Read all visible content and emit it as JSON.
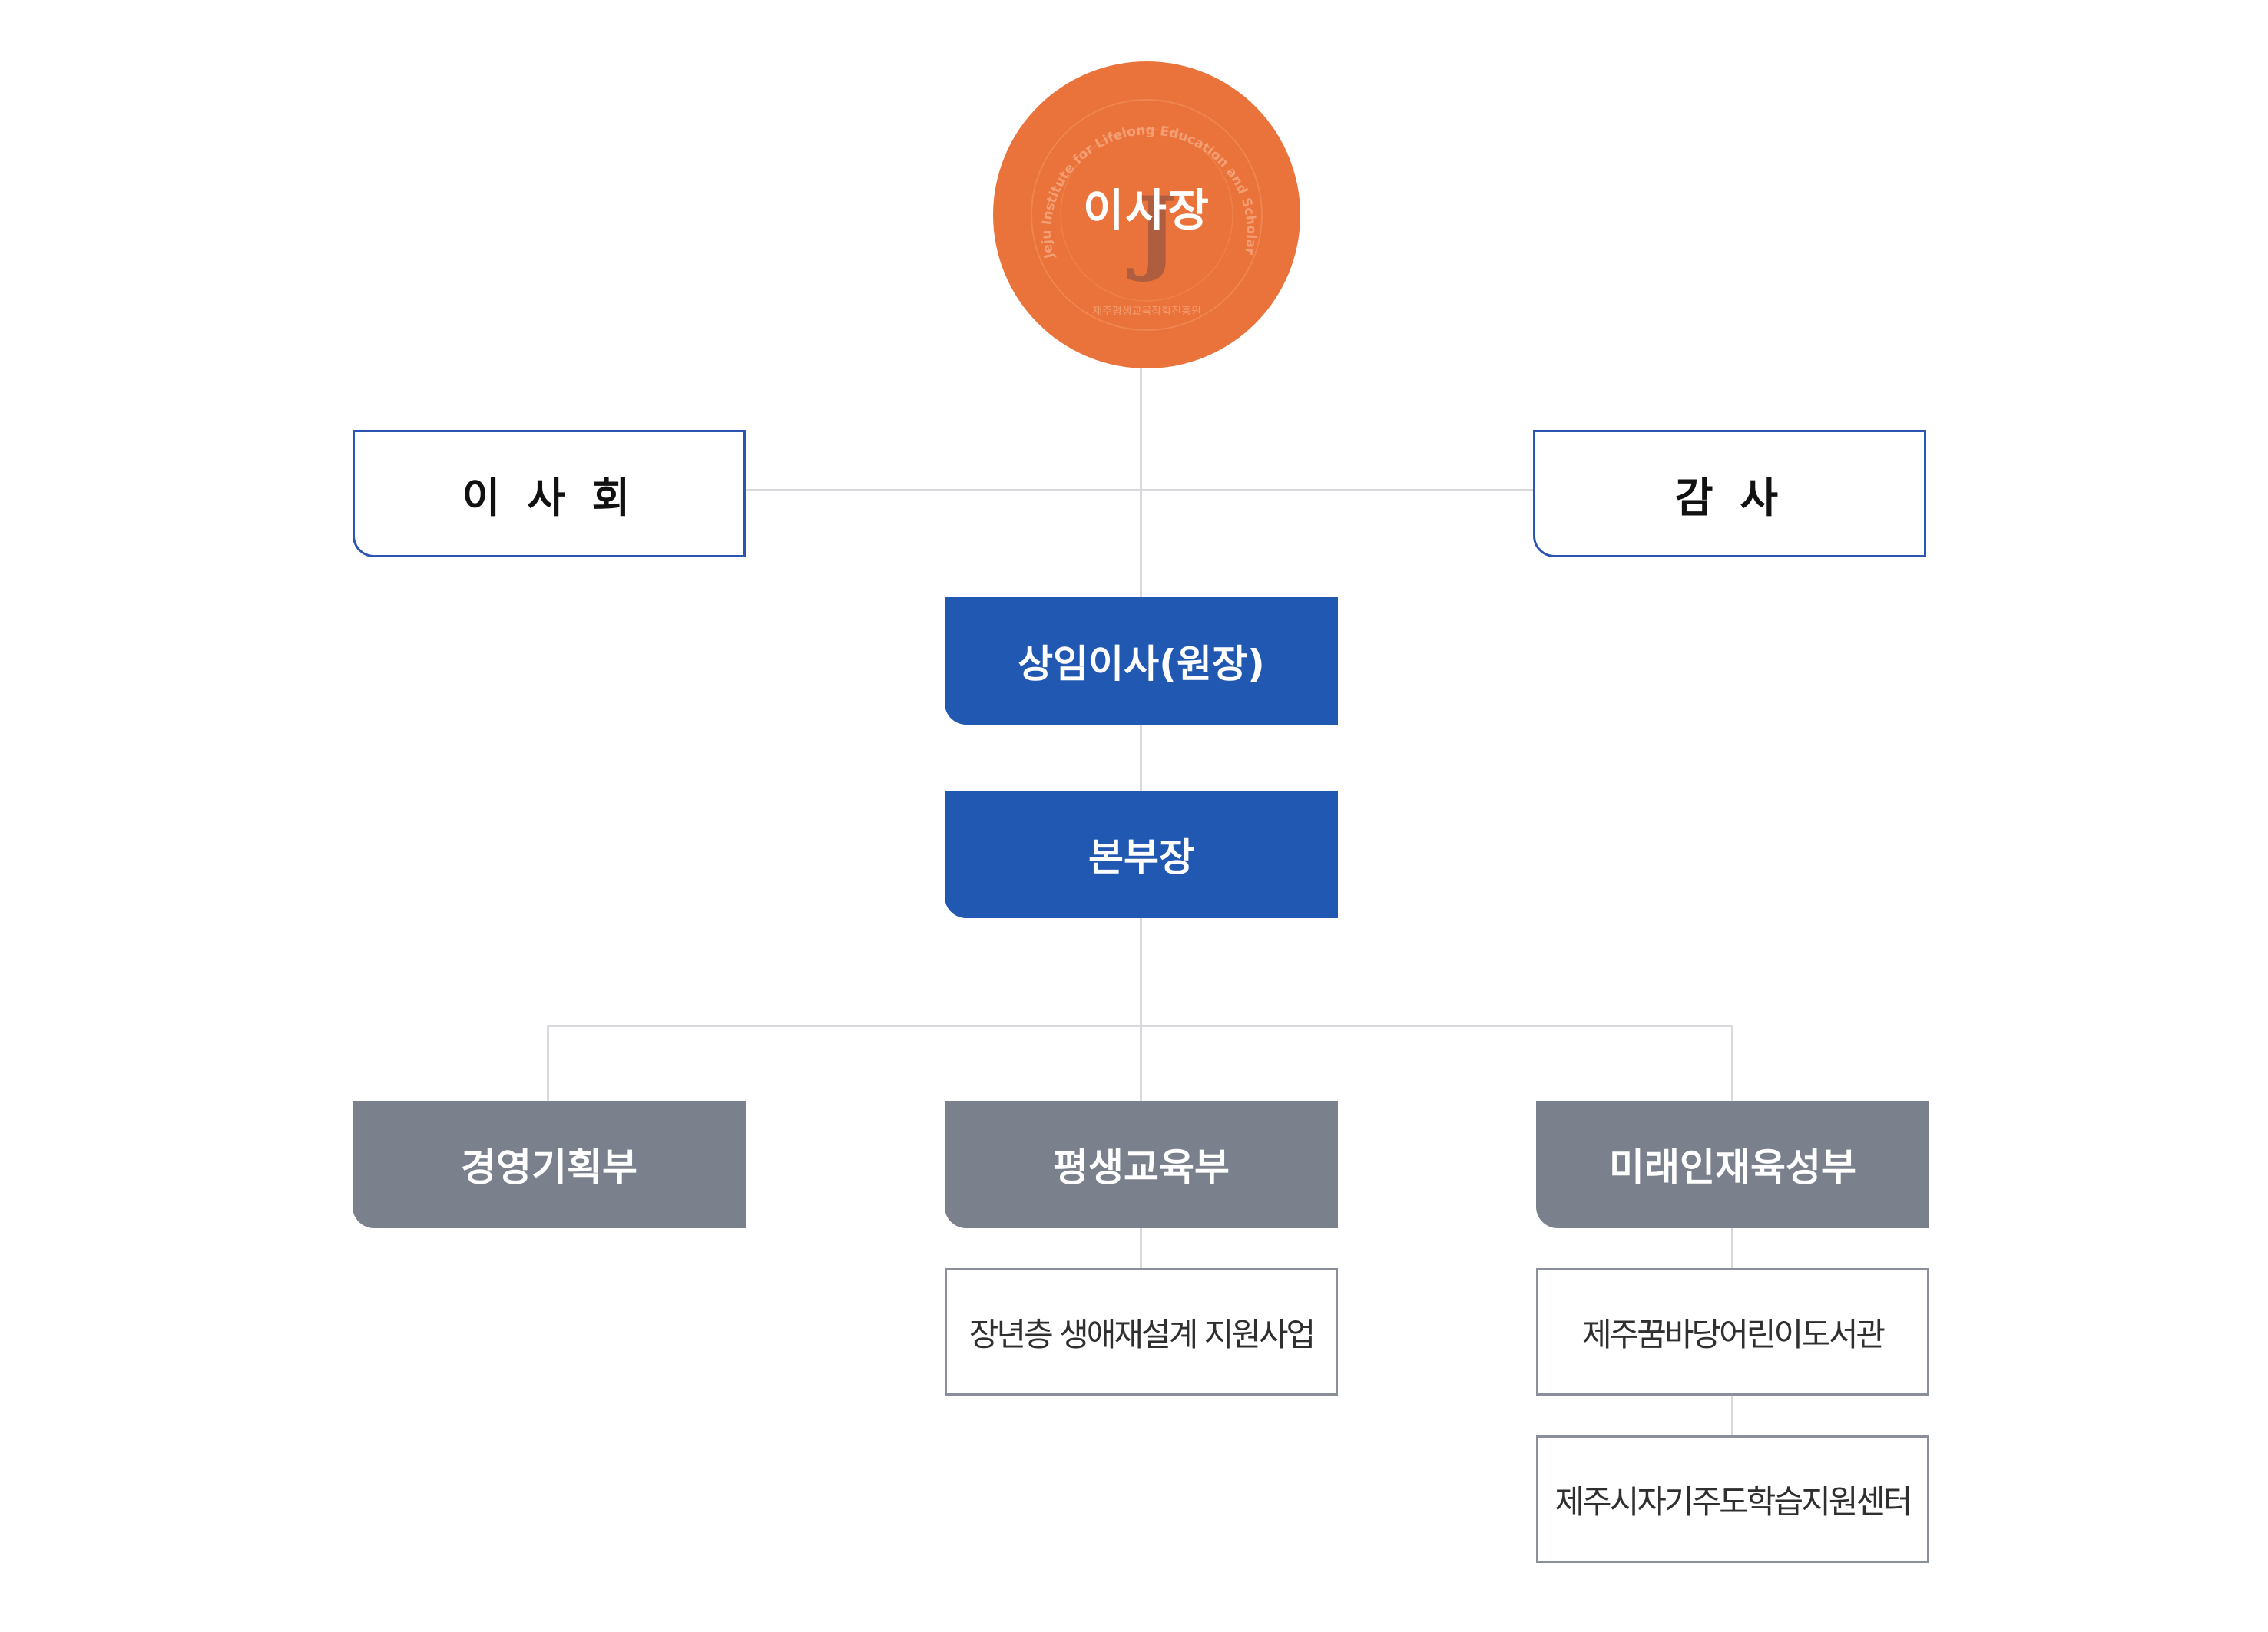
{
  "chairman": {
    "title": "이사장",
    "seal_ring_text": "Jeju Institute for Lifelong Education and Scholarship",
    "seal_bottom_text": "제주평생교육장학진흥원",
    "seal_mark": "J"
  },
  "board": {
    "label": "이 사 회"
  },
  "auditor": {
    "label": "감 사"
  },
  "standing_director": {
    "label": "상임이사(원장)"
  },
  "head_of_division": {
    "label": "본부장"
  },
  "departments": [
    {
      "label": "경영기획부"
    },
    {
      "label": "평생교육부"
    },
    {
      "label": "미래인재육성부"
    }
  ],
  "programs": [
    {
      "label": "장년층 생애재설계 지원사업"
    },
    {
      "label": "제주꿈바당어린이도서관"
    },
    {
      "label": "제주시자기주도학습지원센터"
    }
  ],
  "colors": {
    "chairman_fill": "#ea723b",
    "primary_blue": "#2058b2",
    "outline_blue": "#2b55b0",
    "department_gray": "#7a808c",
    "connector": "#d7d9dd"
  }
}
